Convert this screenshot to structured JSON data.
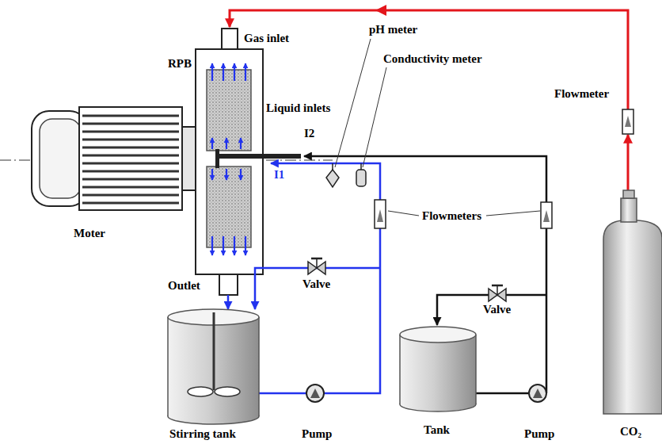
{
  "diagram": {
    "labels": [
      "Gas inlet",
      "pH meter",
      "RPB",
      "Liquid inlets",
      "Conductivity meter",
      "I2",
      "Flowmeter",
      "Moter",
      "I1",
      "Flowmeters",
      "Outlet",
      "Valve",
      "Valve",
      "Stirring tank",
      "Pump",
      "Tank",
      "Pump",
      "CO₂"
    ]
  }
}
